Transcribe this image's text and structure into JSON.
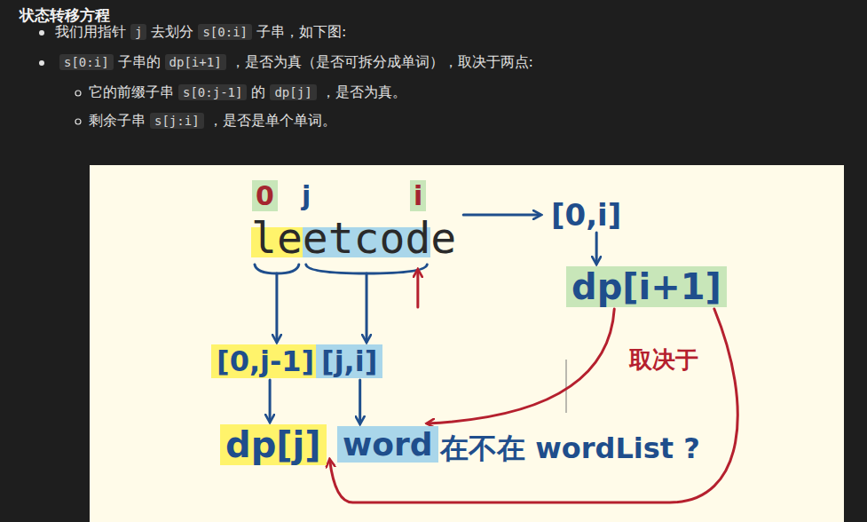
{
  "diagram": {
    "title": "状态转移方程",
    "nodes": [
      {
        "text": [
          "leetcode"
        ]
      },
      {
        "text": [
          "[0,i]"
        ]
      },
      {
        "text": [
          "dp[i+1]"
        ]
      },
      {
        "text": [
          "[0,j-1]"
        ]
      },
      {
        "text": [
          "[j,i]"
        ]
      },
      {
        "text": [
          "dp[j]"
        ]
      },
      {
        "text": [
          "word"
        ]
      }
    ],
    "edges": [
      {
        "from": 0,
        "to": 1,
        "arrow": "to"
      },
      {
        "from": 1,
        "to": 2,
        "arrow": "to"
      },
      {
        "from": 0,
        "to": 3,
        "arrow": "to"
      },
      {
        "from": 0,
        "to": 4,
        "arrow": "to"
      },
      {
        "from": 3,
        "to": 5,
        "arrow": "to"
      },
      {
        "from": 4,
        "to": 6,
        "arrow": "to"
      },
      {
        "from": 2,
        "to": 6,
        "arrow": "to"
      },
      {
        "from": 2,
        "to": 5,
        "arrow": "to"
      }
    ],
    "labels": [
      "我们用指针",
      "j",
      "去划分",
      "s[0:i]",
      "子串，如下图:",
      "s[0:i]",
      "子串的",
      "dp[i+1]",
      "，是否为真（是否可拆分成单词），取决于两点:",
      "它的前缀子串",
      "s[0:j-1]",
      "的",
      "dp[j]",
      "，是否为真。",
      "剩余子串",
      "s[j:i]",
      "，是否是单个单词。",
      "0",
      "j",
      "i",
      "在不在 wordList ?",
      "取决于"
    ]
  }
}
